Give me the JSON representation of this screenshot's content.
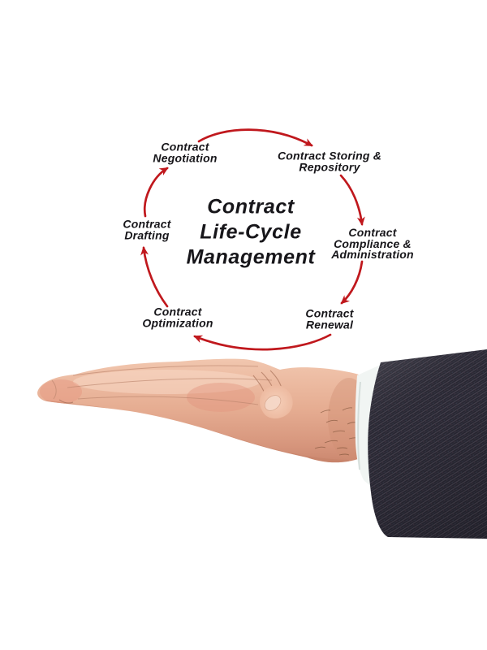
{
  "page": {
    "description": "Diagram of Contract Life-Cycle Management cycle presented above an open hand"
  },
  "colors": {
    "arrow_red": "#c0181d",
    "text_dark": "#17161a",
    "suit_fabric": "#282631",
    "shirt_cuff": "#f1f5f3",
    "skin_mid": "#e6ad92",
    "background": "#ffffff"
  },
  "cycle": {
    "center_title": {
      "lines": [
        "Contract",
        "Life-Cycle",
        "Management"
      ]
    },
    "steps": [
      {
        "label_lines": [
          "Contract",
          "Negotiation"
        ]
      },
      {
        "label_lines": [
          "Contract Storing &",
          "Repository"
        ]
      },
      {
        "label_lines": [
          "Contract",
          "Compliance &",
          "Administration"
        ]
      },
      {
        "label_lines": [
          "Contract",
          "Renewal"
        ]
      },
      {
        "label_lines": [
          "Contract",
          "Optimization"
        ]
      },
      {
        "label_lines": [
          "Contract",
          "Drafting"
        ]
      }
    ]
  }
}
